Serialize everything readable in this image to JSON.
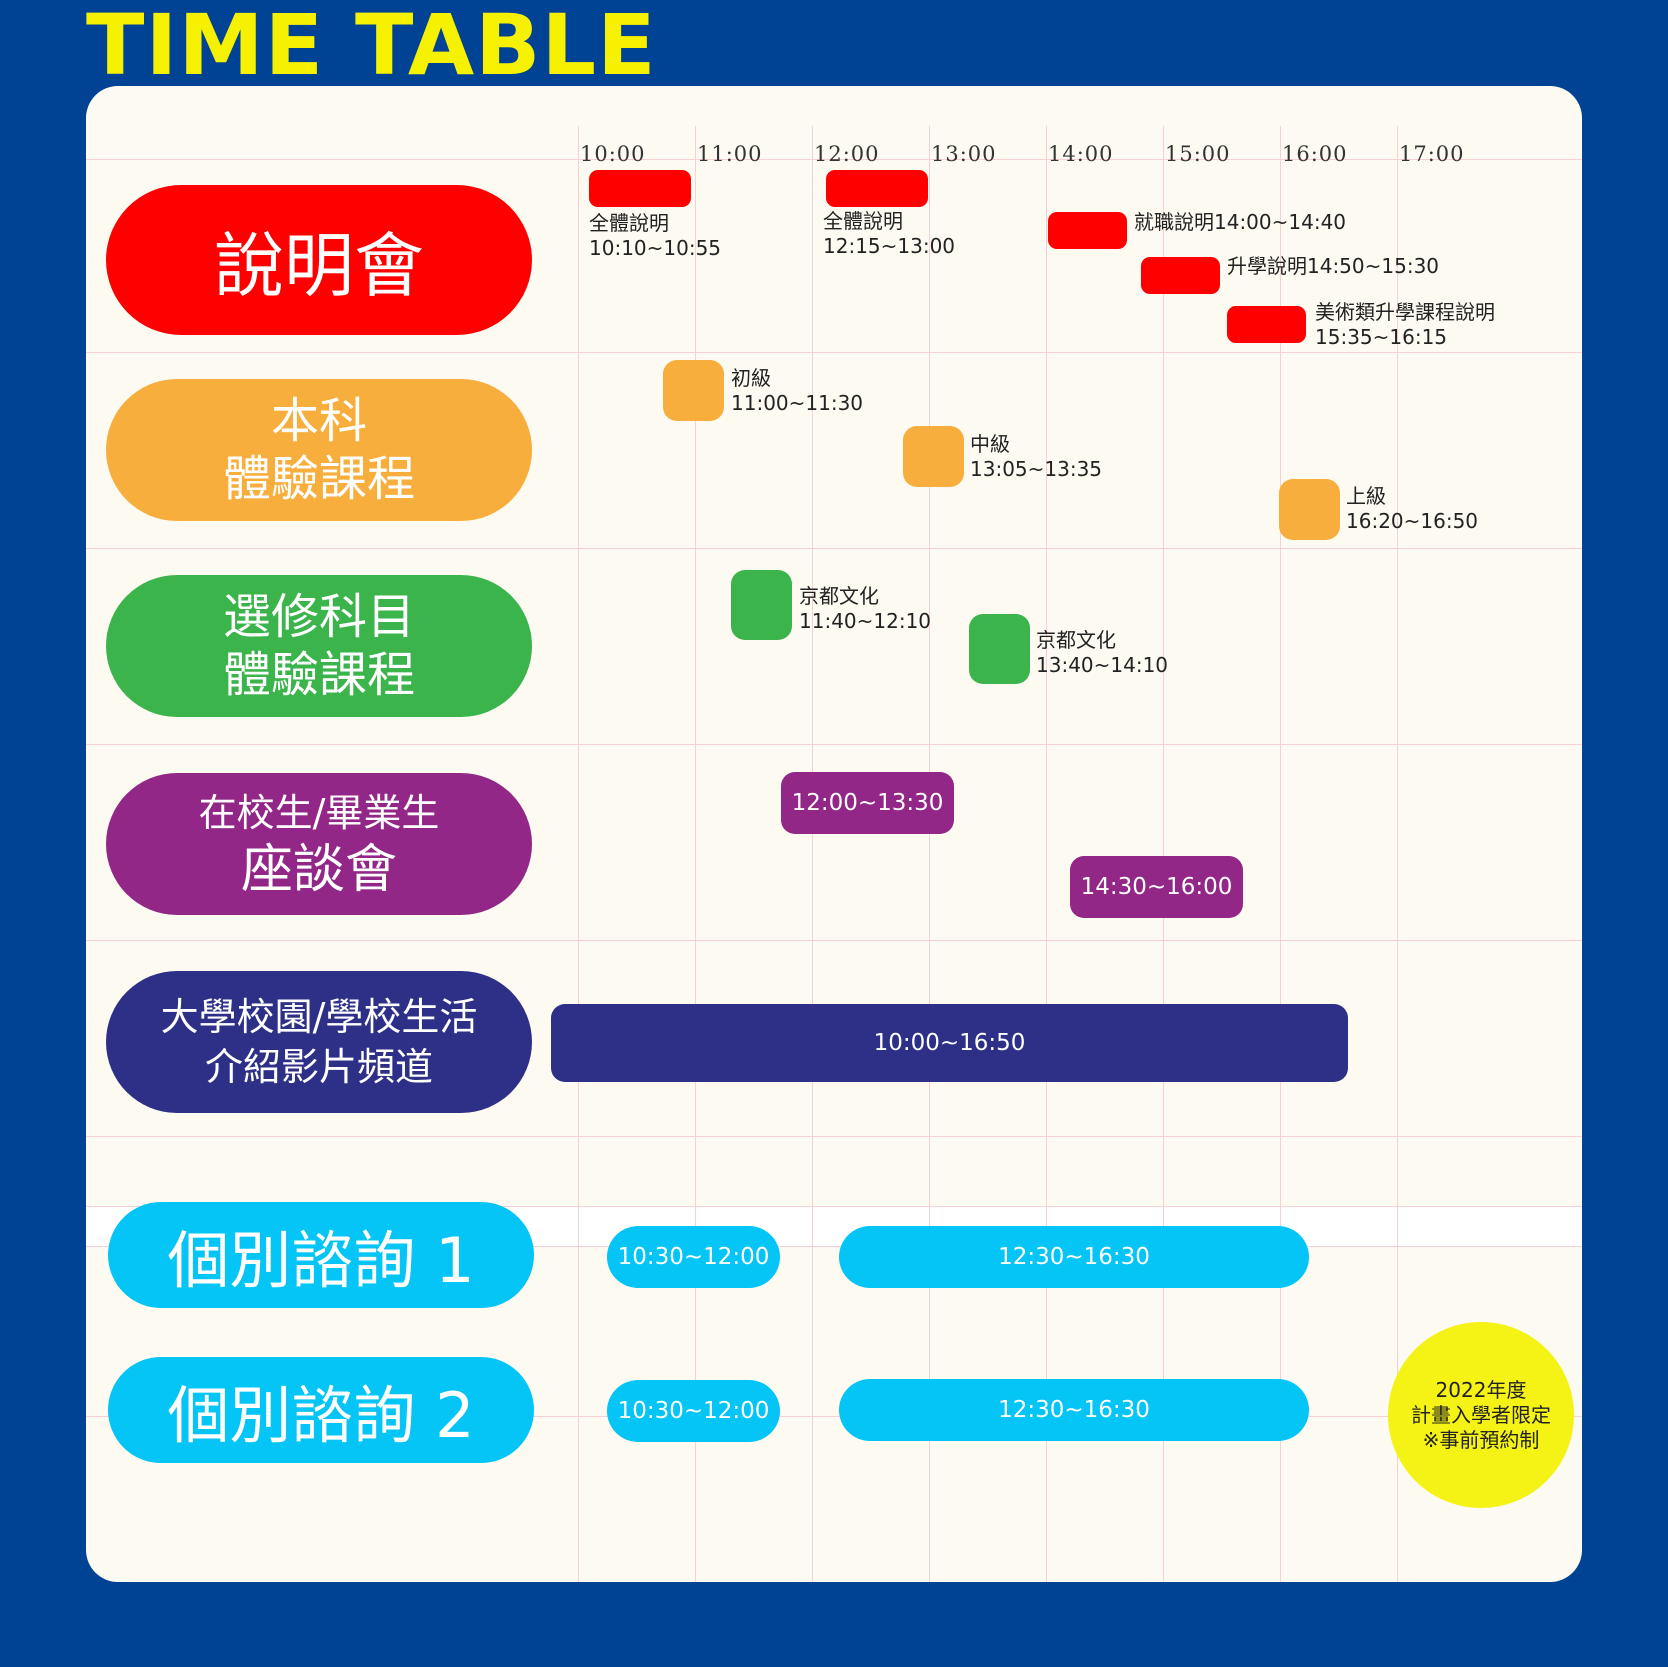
{
  "title": "TIME TABLE",
  "hours": [
    "10:00",
    "11:00",
    "12:00",
    "13:00",
    "14:00",
    "15:00",
    "16:00",
    "17:00"
  ],
  "colors": {
    "background": "#004293",
    "title": "#f6f100",
    "board": "#fcfaf1",
    "red": "#fe0000",
    "orange": "#f8ae3c",
    "green": "#3cb44c",
    "purple": "#922788",
    "navy": "#2e3087",
    "cyan": "#04c5f6",
    "badge": "#f5f216"
  },
  "rows": {
    "briefing": {
      "name": "說明會",
      "events": [
        {
          "title": "全體說明",
          "time": "10:10~10:55"
        },
        {
          "title": "全體說明",
          "time": "12:15~13:00"
        },
        {
          "label": "就職說明14:00~14:40"
        },
        {
          "label": "升學說明14:50~15:30"
        },
        {
          "title": "美術類升學課程說明",
          "time": "15:35~16:15"
        }
      ]
    },
    "trial": {
      "name_line1": "本科",
      "name_line2": "體驗課程",
      "events": [
        {
          "title": "初級",
          "time": "11:00~11:30"
        },
        {
          "title": "中級",
          "time": "13:05~13:35"
        },
        {
          "title": "上級",
          "time": "16:20~16:50"
        }
      ]
    },
    "elective": {
      "name_line1": "選修科目",
      "name_line2": "體驗課程",
      "events": [
        {
          "title": "京都文化",
          "time": "11:40~12:10"
        },
        {
          "title": "京都文化",
          "time": "13:40~14:10"
        }
      ]
    },
    "forum": {
      "name_line1": "在校生/畢業生",
      "name_line2": "座談會",
      "events": [
        {
          "time": "12:00~13:30"
        },
        {
          "time": "14:30~16:00"
        }
      ]
    },
    "video": {
      "name_line1": "大學校園/學校生活",
      "name_line2": "介紹影片頻道",
      "events": [
        {
          "time": "10:00~16:50"
        }
      ]
    },
    "consult1": {
      "name": "個別諮詢 1",
      "events": [
        {
          "time": "10:30~12:00"
        },
        {
          "time": "12:30~16:30"
        }
      ]
    },
    "consult2": {
      "name": "個別諮詢 2",
      "events": [
        {
          "time": "10:30~12:00"
        },
        {
          "time": "12:30~16:30"
        }
      ]
    }
  },
  "badge": {
    "line1": "2022年度",
    "line2": "計畫入學者限定",
    "line3": "※事前預約制"
  }
}
